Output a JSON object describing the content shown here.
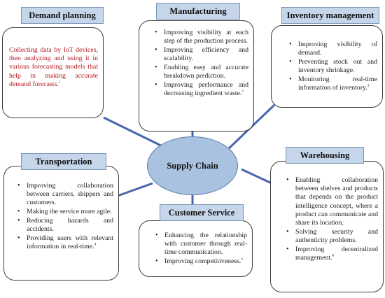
{
  "center": {
    "label": "Supply Chain"
  },
  "colors": {
    "label_fill": "#c5d6ea",
    "ellipse_fill": "#a9c2df",
    "connector": "#4866ad",
    "box_border": "#3d3d3d"
  },
  "demand_planning": {
    "title": "Demand planning",
    "text": "Collecting data by IoT devices, then analyzing and using it in various forecasting models that help in making accurate demand forecasts.",
    "ref": "1"
  },
  "manufacturing": {
    "title": "Manufacturing",
    "items": [
      {
        "text": "Improving visibility at each step of the production process.",
        "ref": ""
      },
      {
        "text": "Improving efficiency and scalability.",
        "ref": ""
      },
      {
        "text": "Enabling easy and accurate breakdown prediction.",
        "ref": ""
      },
      {
        "text": "Improving performance and decreasing ingredient waste.",
        "ref": "2"
      }
    ]
  },
  "inventory_management": {
    "title": "Inventory management",
    "items": [
      {
        "text": "Improving visibility of demand.",
        "ref": ""
      },
      {
        "text": "Preventing stock out and inventory shrinkage.",
        "ref": ""
      },
      {
        "text": "Monitoring real-time information of inventory.",
        "ref": "3"
      }
    ]
  },
  "transportation": {
    "title": "Transportation",
    "items": [
      {
        "text": "Improving collaboration between carriers, shippers and customers.",
        "ref": ""
      },
      {
        "text": "Making the service more agile.",
        "ref": ""
      },
      {
        "text": "Reducing hazards and accidents.",
        "ref": ""
      },
      {
        "text": "Providing users with relevant information in real-time.",
        "ref": "4"
      }
    ]
  },
  "customer_service": {
    "title": "Customer Service",
    "items": [
      {
        "text": "Enhancing the relationship with customer through real-time communication.",
        "ref": ""
      },
      {
        "text": "Improving competitiveness.",
        "ref": "5"
      }
    ]
  },
  "warehousing": {
    "title": "Warehousing",
    "items": [
      {
        "text": "Enabling collaboration between shelves and products that depends on the product intelligence concept, where a product can communicate and share its location.",
        "ref": ""
      },
      {
        "text": "Solving security and authenticity problems.",
        "ref": ""
      },
      {
        "text": "Improving decentralized management.",
        "ref": "6"
      }
    ]
  }
}
